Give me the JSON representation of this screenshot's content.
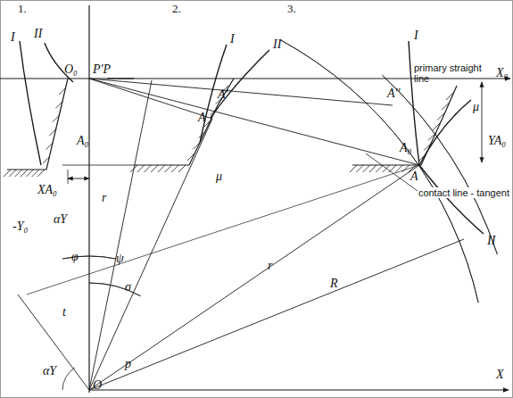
{
  "diagram": {
    "labels": [
      "1.",
      "2.",
      "3.",
      "I",
      "II",
      "I",
      "II",
      "I",
      "II",
      "O₀",
      "P'P",
      "primary straight line",
      "X₀",
      "A'",
      "A",
      "A₀",
      "A''",
      "A₀",
      "A",
      "μ",
      "μ",
      "YA₀",
      "XA₀",
      "-Y₀",
      "contact line - tangent",
      "r",
      "αY",
      "φ",
      "ψ",
      "σ",
      "r",
      "R",
      "t",
      "p",
      "αY",
      "O",
      "X"
    ]
  }
}
